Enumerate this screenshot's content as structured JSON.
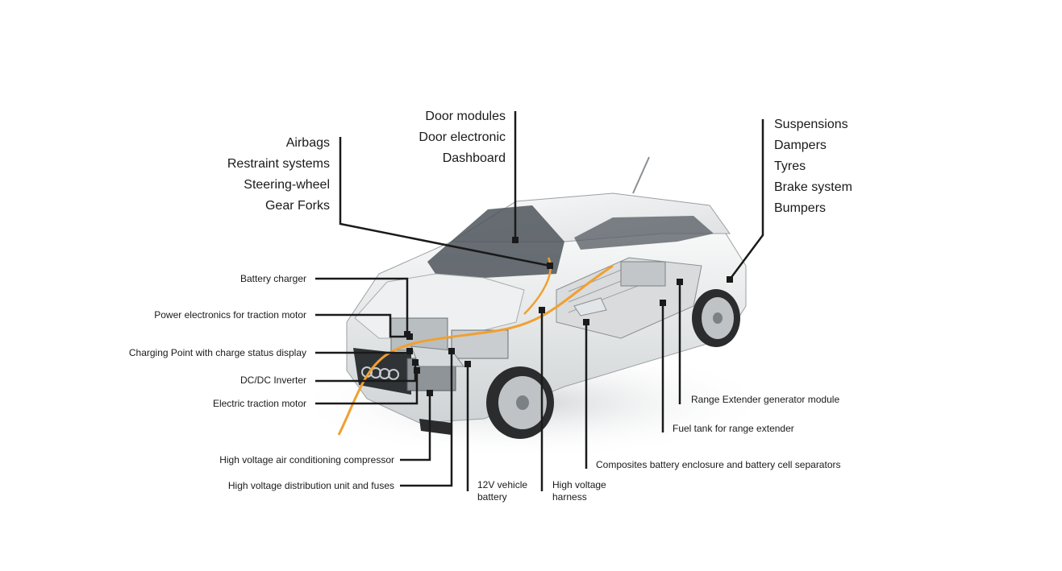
{
  "colors": {
    "leader": "#1a1a1a",
    "body_paint": "#e9ebec",
    "glass": "#4e555b",
    "cable": "#f0a030",
    "battery": "#d9dbdc",
    "tyre": "#2a2c2e"
  },
  "groups": {
    "airbags": [
      "Airbags",
      "Restraint systems",
      "Steering-wheel",
      "Gear Forks"
    ],
    "doors": [
      "Door modules",
      "Door electronic",
      "Dashboard"
    ],
    "chassis": [
      "Suspensions",
      "Dampers",
      "Tyres",
      "Brake system",
      "Bumpers"
    ]
  },
  "components": {
    "battery_charger": "Battery charger",
    "power_electronics": "Power electronics for traction motor",
    "charging_point": "Charging Point with charge status display",
    "dcdc_inverter": "DC/DC Inverter",
    "traction_motor": "Electric traction motor",
    "ac_compressor": "High voltage air conditioning compressor",
    "hv_distribution": "High voltage distribution unit and fuses",
    "battery_12v": [
      "12V vehicle",
      "battery"
    ],
    "hv_harness": [
      "High voltage",
      "harness"
    ],
    "battery_enclosure": "Composites battery enclosure and battery cell separators",
    "fuel_tank": "Fuel tank for range extender",
    "range_extender": "Range Extender generator module"
  }
}
